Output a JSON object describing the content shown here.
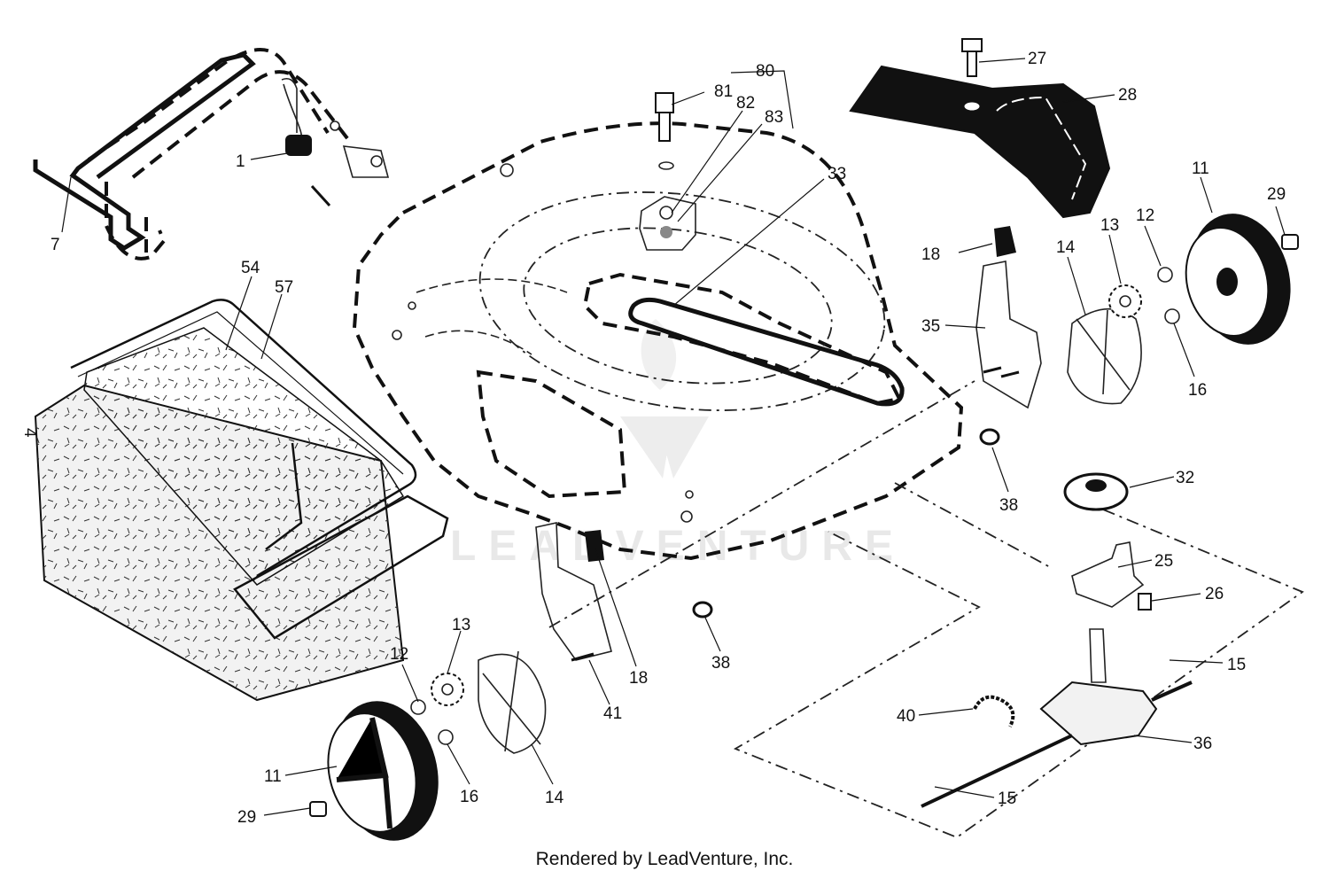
{
  "footer": "Rendered by LeadVenture, Inc.",
  "watermark": "LEADVENTURE",
  "part_labels": {
    "p1": "1",
    "p4": "4",
    "p7": "7",
    "p11a": "11",
    "p11b": "11",
    "p12a": "12",
    "p12b": "12",
    "p13a": "13",
    "p13b": "13",
    "p14a": "14",
    "p14b": "14",
    "p15a": "15",
    "p15b": "15",
    "p16a": "16",
    "p16b": "16",
    "p18a": "18",
    "p18b": "18",
    "p25": "25",
    "p26": "26",
    "p27": "27",
    "p28": "28",
    "p29a": "29",
    "p29b": "29",
    "p32": "32",
    "p33": "33",
    "p35": "35",
    "p36": "36",
    "p38a": "38",
    "p38b": "38",
    "p40": "40",
    "p41": "41",
    "p54": "54",
    "p57": "57",
    "p80": "80",
    "p81": "81",
    "p82": "82",
    "p83": "83"
  }
}
